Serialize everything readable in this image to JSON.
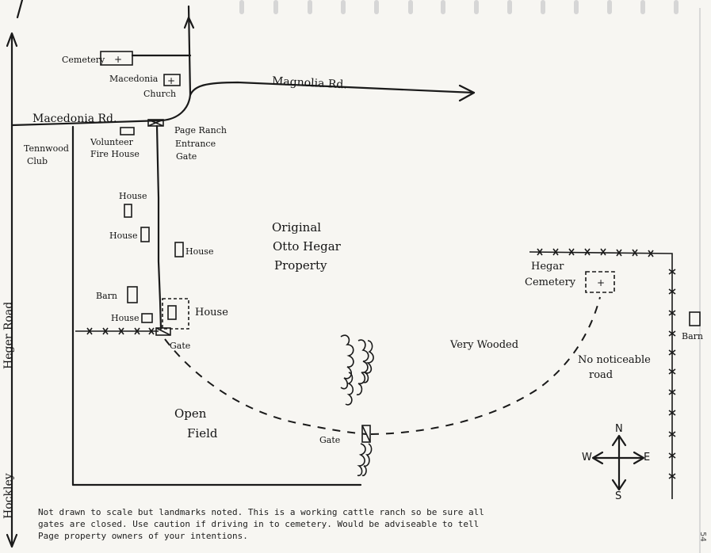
{
  "roads": {
    "macedonia": "Macedonia Rd.",
    "magnolia": "Magnolia Rd.",
    "heger": "Heger Road",
    "hockley": "Hockley"
  },
  "landmarks": {
    "cemetery": "Cemetery",
    "macedonia_church_line1": "Macedonia",
    "macedonia_church_line2": "Church",
    "tennwood_line1": "Tennwood",
    "tennwood_line2": "Club",
    "fire_house_line1": "Volunteer",
    "fire_house_line2": "Fire House",
    "entrance_line1": "Page Ranch",
    "entrance_line2": "Entrance",
    "entrance_line3": "Gate",
    "house": "House",
    "barn": "Barn",
    "gate": "Gate",
    "property_line1": "Original",
    "property_line2": "Otto Hegar",
    "property_line3": "Property",
    "hegar_cemetery_line1": "Hegar",
    "hegar_cemetery_line2": "Cemetery",
    "very_wooded": "Very Wooded",
    "no_road_line1": "No noticeable",
    "no_road_line2": "road",
    "open_field_line1": "Open",
    "open_field_line2": "Field"
  },
  "compass": {
    "north": "N",
    "south": "S",
    "east": "E",
    "west": "W"
  },
  "note": {
    "line1": "Not drawn to scale but landmarks noted.  This is a working cattle ranch so be sure all",
    "line2": "gates are closed.  Use caution if driving in to cemetery.  Would be adviseable to tell",
    "line3": "Page property owners of your intentions."
  },
  "page_number": "54"
}
